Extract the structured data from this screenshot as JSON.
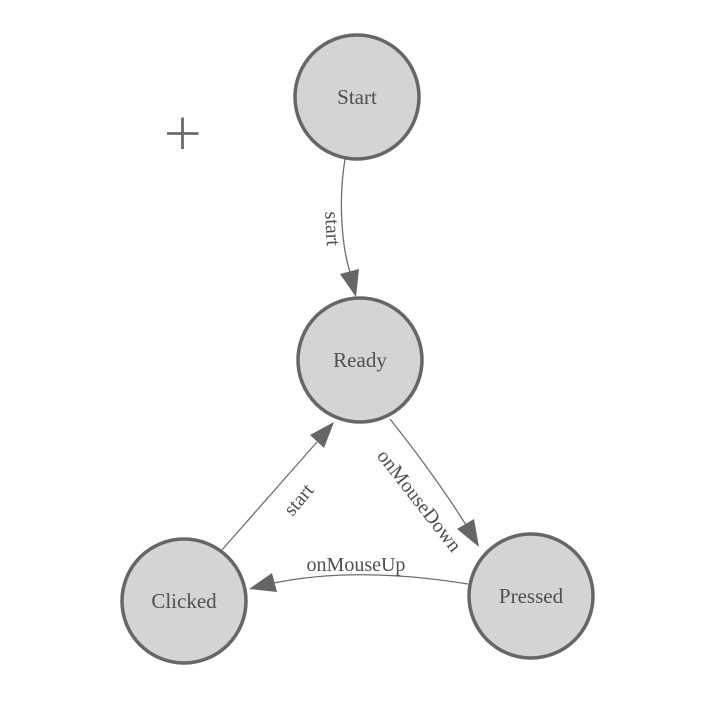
{
  "nodes": [
    {
      "id": "start",
      "label": "Start"
    },
    {
      "id": "ready",
      "label": "Ready"
    },
    {
      "id": "clicked",
      "label": "Clicked"
    },
    {
      "id": "pressed",
      "label": "Pressed"
    }
  ],
  "edges": [
    {
      "id": "start-to-ready",
      "from": "Start",
      "to": "Ready",
      "label": "start"
    },
    {
      "id": "clicked-to-ready",
      "from": "Clicked",
      "to": "Ready",
      "label": "start"
    },
    {
      "id": "ready-to-pressed",
      "from": "Ready",
      "to": "Pressed",
      "label": "onMouseDown"
    },
    {
      "id": "pressed-to-clicked",
      "from": "Pressed",
      "to": "Clicked",
      "label": "onMouseUp"
    }
  ],
  "icons": {
    "crosshair": "plus-crosshair"
  },
  "colors": {
    "background": "#ffffff",
    "node_fill": "#d4d4d4",
    "node_stroke": "#666666",
    "edge_stroke": "#6e6e6e",
    "arrowhead_fill": "#666666",
    "label_text": "#4f4f4f"
  }
}
